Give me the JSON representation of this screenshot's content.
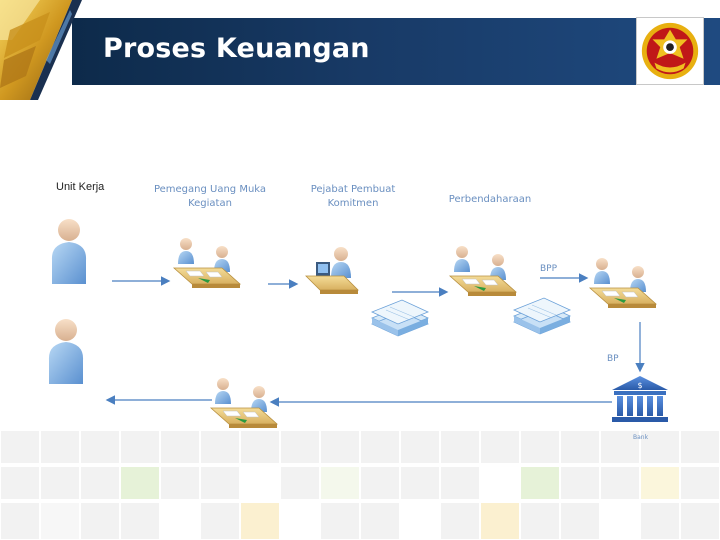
{
  "title": "Proses Keuangan",
  "lanes": {
    "unit_kerja": "Unit Kerja",
    "pum": "Pemegang Uang Muka\nKegiatan",
    "ppk": "Pejabat Pembuat\nKomitmen",
    "perbendaharaan": "Perbendaharaan"
  },
  "flow_labels": {
    "bpp": "BPP",
    "bp": "BP",
    "bank": "Bank"
  },
  "colors": {
    "header": "#183a66",
    "arrow": "#4a7fc0",
    "person": "#8ab8e8",
    "desk": "#e8c878",
    "bank": "#3a70c0"
  },
  "icons": [
    "person-icon",
    "document-icon",
    "desk-meeting-icon",
    "computer-desk-icon",
    "document-stack-icon",
    "bank-icon",
    "university-seal-icon"
  ]
}
